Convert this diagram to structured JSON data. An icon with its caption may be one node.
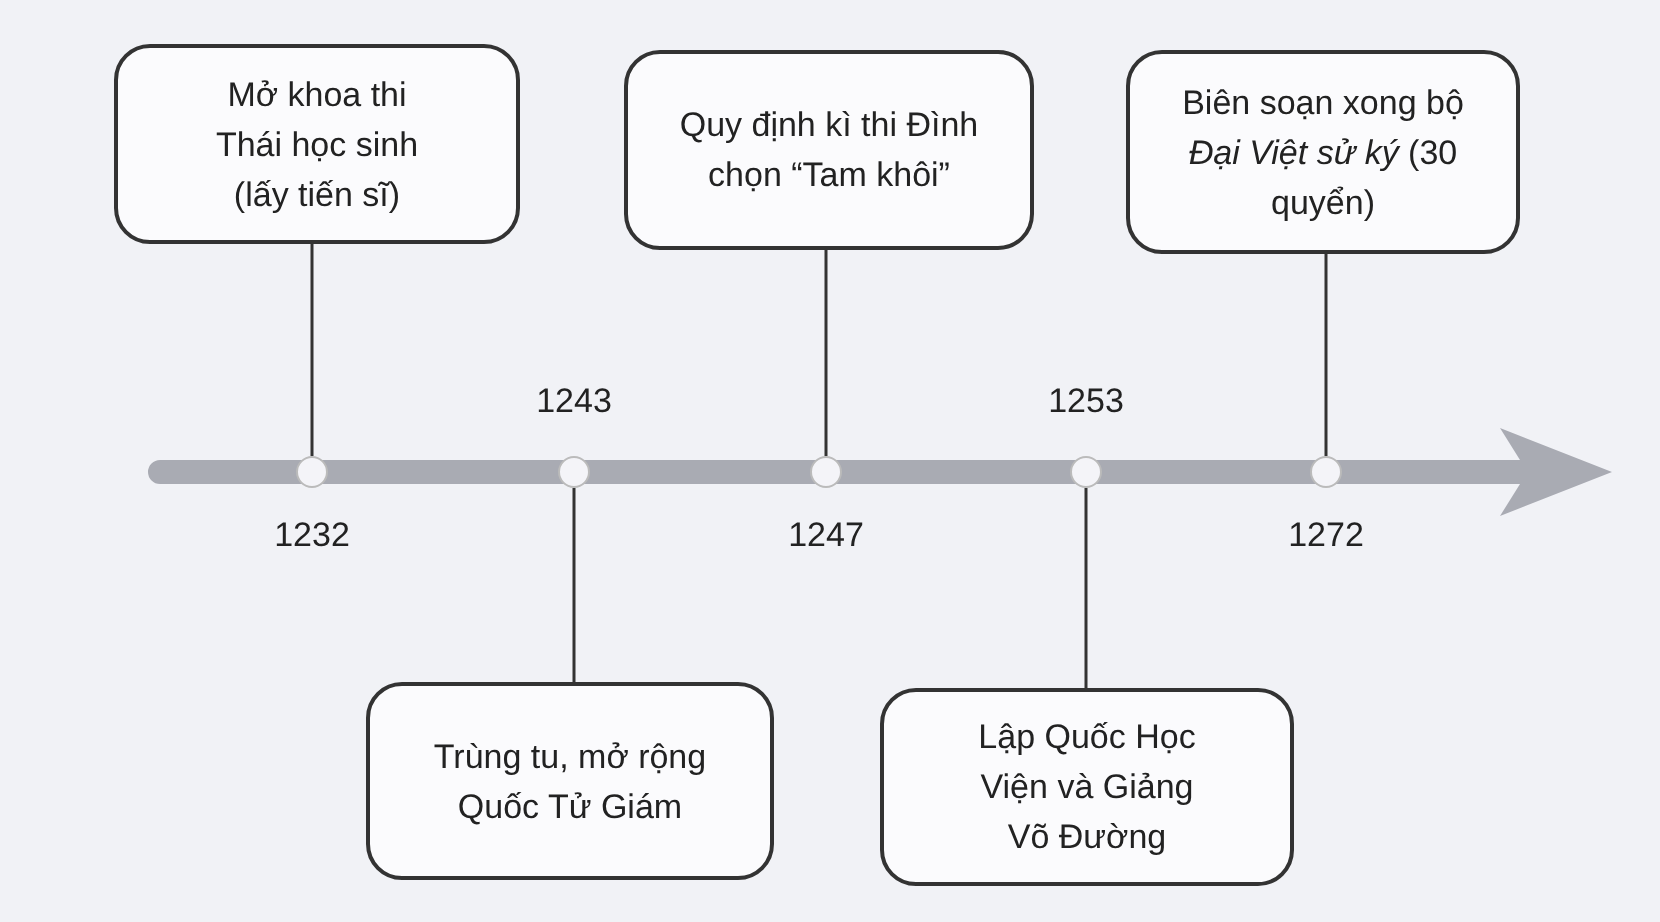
{
  "diagram": {
    "nodes": [
      {
        "text": [
          "Mở khoa thi Thái học sinh (lấy tiến sĩ)"
        ]
      },
      {
        "text": [
          "Quy định kì thi Đình chọn “Tam khôi”"
        ]
      },
      {
        "text": [
          "Biên soạn xong bộ *Đại Việt sử ký* (30 quyển)"
        ]
      },
      {
        "text": [],
        "shape": "circle",
        "beside": [
          "1232"
        ]
      },
      {
        "text": [],
        "shape": "circle",
        "beside": [
          "1243"
        ]
      },
      {
        "text": [],
        "shape": "circle",
        "beside": [
          "1247"
        ]
      },
      {
        "text": [],
        "shape": "circle",
        "beside": [
          "1253"
        ]
      },
      {
        "text": [],
        "shape": "circle",
        "beside": [
          "1272"
        ]
      },
      {
        "text": [
          "Trùng tu, mở rộng Quốc Tử Giám"
        ]
      },
      {
        "text": [
          "Lập Quốc Học Viện và Giảng Võ Đường"
        ]
      }
    ],
    "edges": [
      {
        "from": 0,
        "to": 3,
        "arrow": "none"
      },
      {
        "from": 1,
        "to": 5,
        "arrow": "none"
      },
      {
        "from": 2,
        "to": 7,
        "arrow": "none"
      },
      {
        "from": 8,
        "to": 4,
        "arrow": "none"
      },
      {
        "from": 9,
        "to": 6,
        "arrow": "none"
      }
    ]
  }
}
